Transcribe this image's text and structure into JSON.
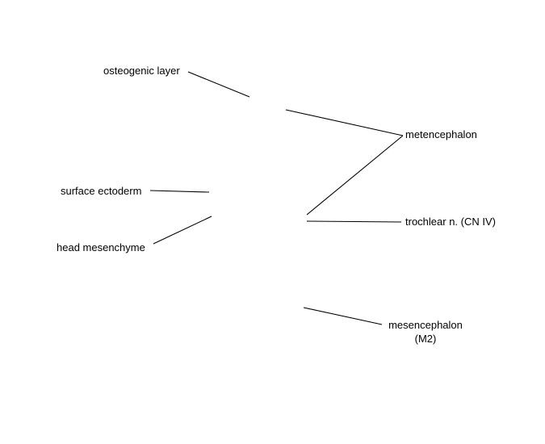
{
  "labels": {
    "osteogenic_layer": "osteogenic layer",
    "surface_ectoderm": "surface ectoderm",
    "head_mesenchyme": "head mesenchyme",
    "metencephalon": "metencephalon",
    "trochlear_n": "trochlear n. (CN IV)",
    "mesencephalon": "mesencephalon",
    "mesencephalon_sub": "(M2)"
  },
  "colors": {
    "line": "#000000",
    "text": "#000000",
    "background": "#ffffff"
  }
}
